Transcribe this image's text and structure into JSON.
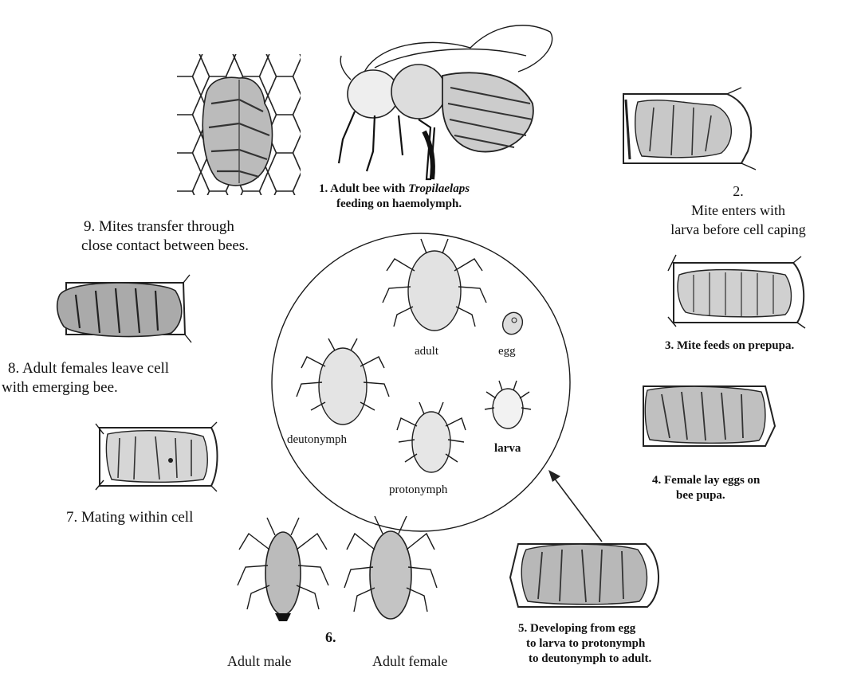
{
  "steps": {
    "s1": {
      "prefix": "1.  Adult bee with ",
      "species": "Tropilaelaps",
      "line2": "feeding on haemolymph."
    },
    "s2": {
      "number": "2.",
      "line1": "Mite enters with",
      "line2": "larva before cell caping"
    },
    "s3": {
      "text": "3.  Mite feeds on prepupa."
    },
    "s4": {
      "line1": "4.  Female lay eggs on",
      "line2": "bee pupa."
    },
    "s5": {
      "line1": "5.  Developing from egg",
      "line2": "to larva to protonymph",
      "line3": "to deutonymph to adult."
    },
    "s6": {
      "number": "6.",
      "male": "Adult male",
      "female": "Adult female"
    },
    "s7": {
      "text": "7.  Mating within cell"
    },
    "s8": {
      "line1": "8.  Adult females leave cell",
      "line2": "with emerging bee."
    },
    "s9": {
      "line1": "9.  Mites transfer through",
      "line2": "close contact between bees."
    }
  },
  "circle": {
    "adult": "adult",
    "egg": "egg",
    "larva": "larva",
    "deutonymph": "deutonymph",
    "protonymph": "protonymph"
  }
}
